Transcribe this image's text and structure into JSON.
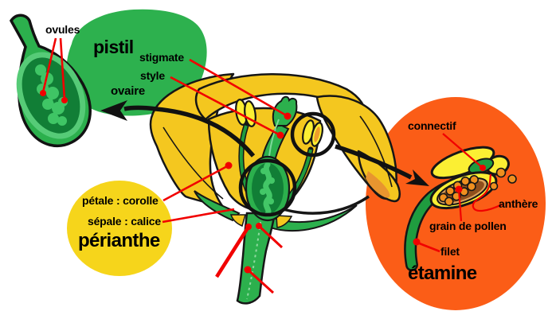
{
  "labels": {
    "ovules": "ovules",
    "pistil": "pistil",
    "stigmate": "stigmate",
    "style": "style",
    "ovaire": "ovaire",
    "petale": "pétale : corolle",
    "sepale": "sépale : calice",
    "perianthe": "périanthe",
    "connectif": "connectif",
    "anthere": "anthère",
    "grain_de_pollen": "grain de pollen",
    "filet": "filet",
    "etamine": "étamine"
  },
  "colors": {
    "pistil_blob_green": "#2DB14E",
    "ovary_section_green": "#2CB04D",
    "ovary_section_rim_green": "#56CB77",
    "ovary_inner_dark_green": "#117E36",
    "ovule_light_green": "#3FC565",
    "perianthe_disc_yellow": "#F6D51B",
    "etamine_disc_orange": "#FB5D17",
    "petal_yellow": "#F4C71F",
    "petal_shading_orange": "#E8952F",
    "anther_yellow": "#FBEF33",
    "stamen_green": "#1F9C3F",
    "pollen_orange": "#EF8F1F",
    "pollen_sac_brown": "#8F4F1D",
    "pollen_sac_rim_tan": "#DCA45C",
    "leader_line_red": "#F10000",
    "outline_black": "#161616",
    "label_text": "#000000",
    "background": "#FFFFFF"
  }
}
